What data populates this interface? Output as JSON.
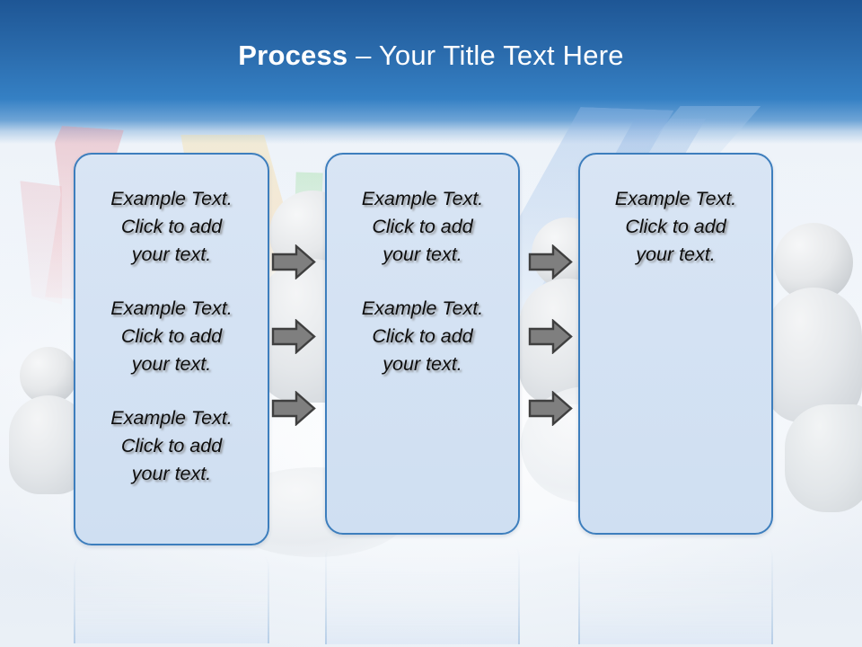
{
  "slide": {
    "title": {
      "strong": "Process",
      "separator": " – ",
      "rest": "Your Title Text Here"
    },
    "theme": {
      "header_top_color": "#1e5695",
      "header_bottom_color": "#3580c4",
      "box_border_color": "#3d7ebd",
      "box_fill_color": "#d4e2f3",
      "arrow_fill_color": "#7f7f7f",
      "arrow_outline_color": "#3f3f3f",
      "title_text_color": "#ffffff",
      "body_text_color": "#0d0d0d"
    },
    "boxes": [
      {
        "name": "process-box-1",
        "paragraphs": [
          "Example Text.\nClick  to add\nyour text.",
          "Example Text.\nClick  to add\nyour text.",
          "Example Text.\nClick  to add\nyour text."
        ]
      },
      {
        "name": "process-box-2",
        "paragraphs": [
          "Example Text.\nClick  to add\nyour text.",
          "Example Text.\nClick  to add\nyour text."
        ]
      },
      {
        "name": "process-box-3",
        "paragraphs": [
          "Example Text.\nClick  to add\nyour text."
        ]
      }
    ],
    "arrow_groups": [
      {
        "name": "arrow-column-1",
        "arrows": [
          "arrow-1-1",
          "arrow-1-2",
          "arrow-1-3"
        ]
      },
      {
        "name": "arrow-column-2",
        "arrows": [
          "arrow-2-1",
          "arrow-2-2",
          "arrow-2-3"
        ]
      }
    ],
    "icons": {
      "arrow_right": "right-arrow-icon"
    }
  }
}
